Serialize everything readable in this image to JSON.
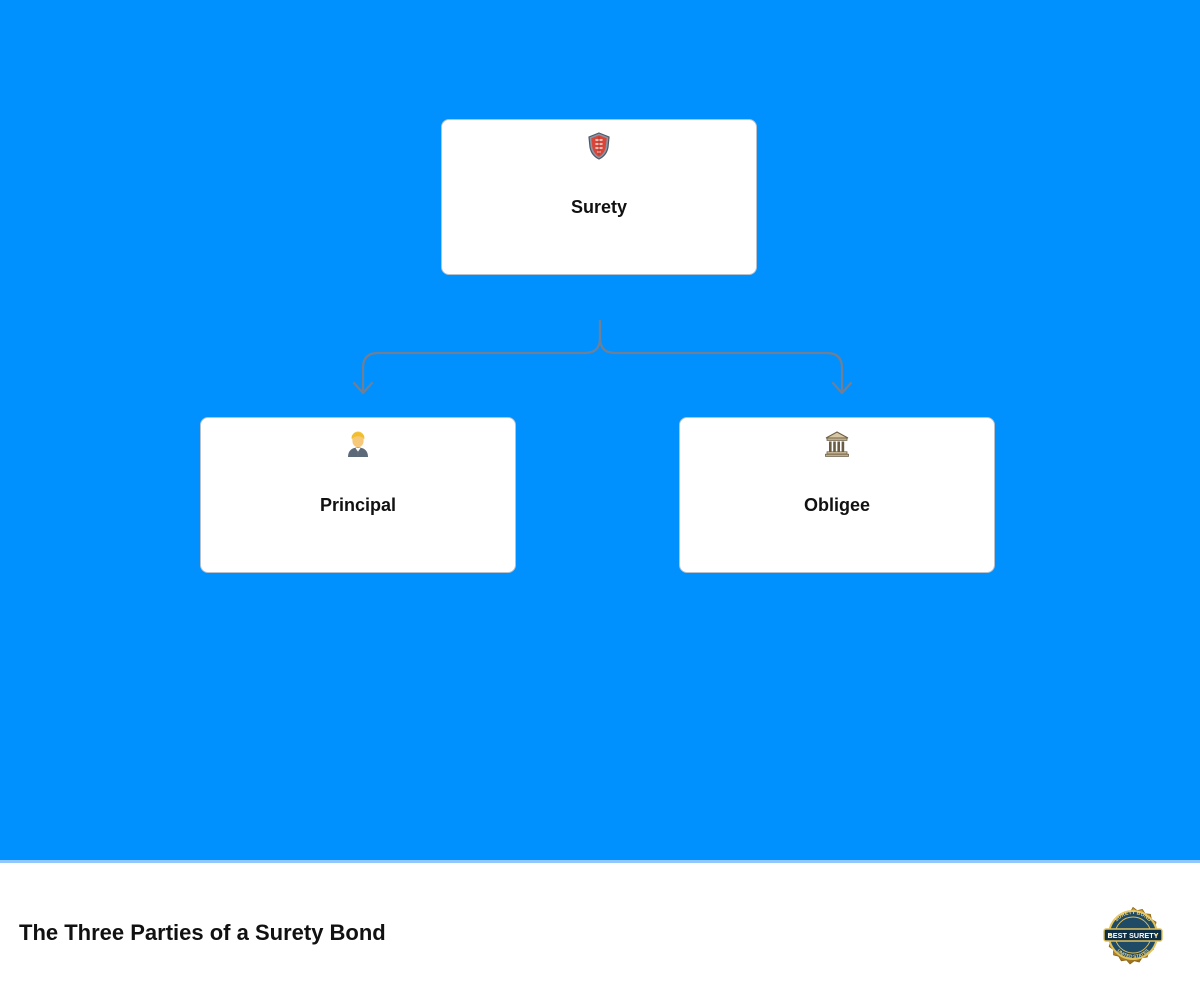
{
  "diagram": {
    "nodes": {
      "surety": {
        "label": "Surety",
        "icon": "shield-icon"
      },
      "principal": {
        "label": "Principal",
        "icon": "business-person-icon"
      },
      "obligee": {
        "label": "Obligee",
        "icon": "government-building-icon"
      }
    },
    "edges": [
      {
        "from": "surety",
        "to": "principal"
      },
      {
        "from": "surety",
        "to": "obligee"
      }
    ]
  },
  "footer": {
    "title": "The Three Parties of a Surety Bond",
    "logo": {
      "type": "seal",
      "text_top": "SURETY BOND",
      "text_center": "BEST SURETY",
      "text_bottom": "UNITED STATES"
    }
  },
  "colors": {
    "canvas_background": "#0091ff",
    "node_background": "#ffffff",
    "node_border": "#b9c1cb",
    "connector": "#6f8096",
    "footer_background": "#ffffff",
    "badge_gold": "#c8a13b",
    "badge_navy": "#15384f"
  }
}
